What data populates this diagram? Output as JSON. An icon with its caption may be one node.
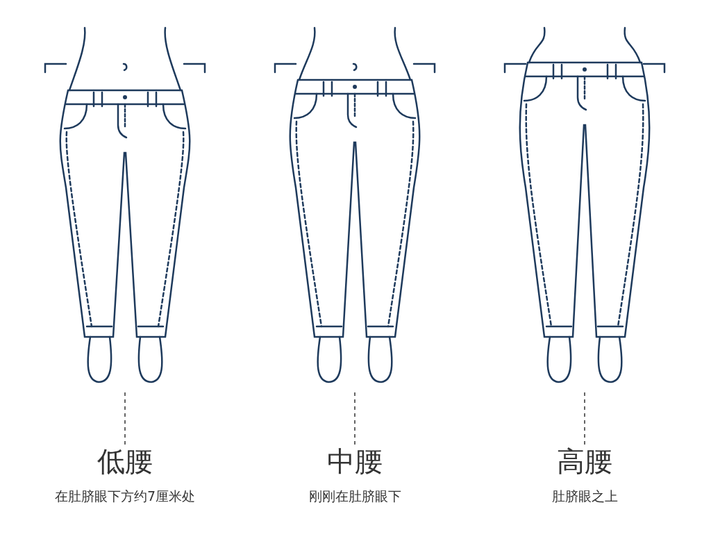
{
  "diagram": {
    "nodes": [
      {
        "text": [],
        "shape": "picture"
      },
      {
        "text": [
          "低腰",
          "在肚脐眼下方约7厘米处"
        ]
      },
      {
        "text": [],
        "shape": "picture"
      },
      {
        "text": [
          "中腰",
          "刚刚在肚脐眼下"
        ]
      },
      {
        "text": [],
        "shape": "picture"
      },
      {
        "text": [
          "高腰",
          "肚脐眼之上"
        ]
      }
    ],
    "edges": [
      {
        "from": 1,
        "to": 0,
        "arrow": "none",
        "style": "dashed"
      },
      {
        "from": 3,
        "to": 2,
        "arrow": "none",
        "style": "dashed"
      },
      {
        "from": 5,
        "to": 4,
        "arrow": "none",
        "style": "dashed"
      }
    ]
  }
}
